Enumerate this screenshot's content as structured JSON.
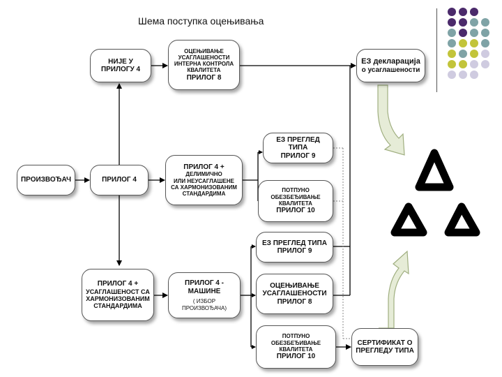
{
  "title": "Шема поступка оцењивања",
  "boxes": {
    "manufacturer": "ПРОИЗВОЂАЧ",
    "annex4": "ПРИЛОГ 4",
    "not_annex4": [
      "НИЈЕ У",
      "ПРИЛОГУ 4"
    ],
    "conformity_internal": [
      "ОЦЕЊИВАЊЕ",
      "УСАГЛАШЕНОСТИ",
      "ИНТЕРНА КОНТРОЛА",
      "КВАЛИТЕТА",
      "ПРИЛОГ 8"
    ],
    "ec_declaration": [
      "ЕЗ декларација",
      "о усаглашености"
    ],
    "annex4_partial": [
      "ПРИЛОГ 4 +",
      "ДЕЛИМИЧНО",
      "ИЛИ НЕУСАГЛАШЕНЕ",
      "СА ХАРМОНИЗОВАНИМ",
      "СТАНДАРДИМА"
    ],
    "ec_type_exam_1": [
      "ЕЗ ПРЕГЛЕД ТИПА",
      "ПРИЛОГ 9"
    ],
    "full_qa_1": [
      "ПОТПУНО",
      "ОБЕЗБЕЂИВАЊЕ",
      "КВАЛИТЕТА",
      "ПРИЛОГ 10"
    ],
    "annex4_harmonized": [
      "ПРИЛОГ 4 +",
      "УСАГЛАШЕНОСТ СА",
      "ХАРМОНИЗОВАНИМ",
      "СТАНДАРДИМА"
    ],
    "annex4_machines": [
      "ПРИЛОГ 4 -",
      "МАШИНЕ",
      "( ИЗБОР ПРОИЗВОЂАЧА)"
    ],
    "ec_type_exam_2": [
      "ЕЗ ПРЕГЛЕД ТИПА",
      "ПРИЛОГ 9"
    ],
    "conformity_annex8": [
      "ОЦЕЊИВАЊЕ",
      "УСАГЛАШЕНОСТИ",
      "ПРИЛОГ 8"
    ],
    "full_qa_2": [
      "ПОТПУНО",
      "ОБЕЗБЕЂИВАЊЕ",
      "КВАЛИТЕТА",
      "ПРИЛОГ 10"
    ],
    "type_certificate": [
      "СЕРТИФИКАТ О",
      "ПРЕГЛЕДУ ТИПА"
    ]
  },
  "colors": {
    "purple": "#4b2a6b",
    "teal": "#7fa3a6",
    "olive": "#c2c43a",
    "lavender": "#cfcbe0",
    "arrow_fill": "#e6ecd7",
    "arrow_stroke": "#9fae7f"
  },
  "dot_grid": [
    [
      "purple",
      "purple",
      "purple"
    ],
    [
      "purple",
      "purple",
      "teal",
      "teal"
    ],
    [
      "teal",
      "purple",
      "teal",
      "teal"
    ],
    [
      "teal",
      "olive",
      "olive",
      "teal"
    ],
    [
      "olive",
      "teal",
      "olive",
      "lavender"
    ],
    [
      "olive",
      "olive",
      "lavender",
      "lavender"
    ],
    [
      "lavender",
      "lavender",
      "lavender"
    ]
  ],
  "icon": "triangle-of-triangles-logo"
}
